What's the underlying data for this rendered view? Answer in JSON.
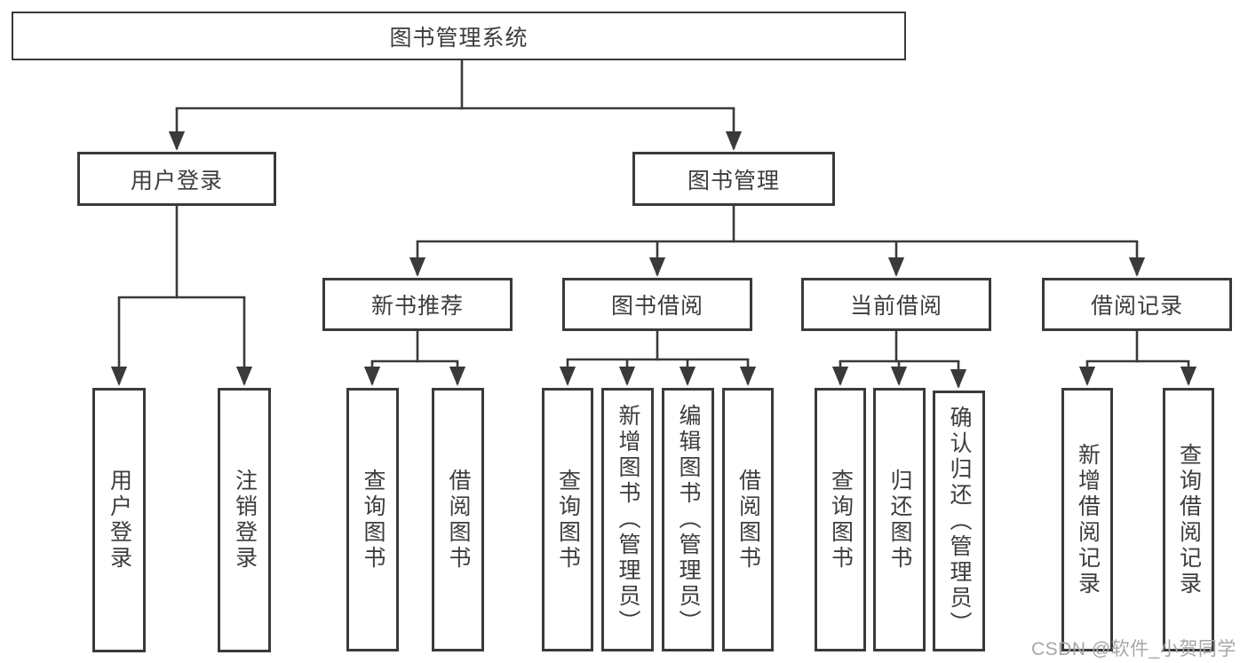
{
  "diagram_type": "hierarchy-tree",
  "tree": {
    "root": "图书管理系统",
    "level2": [
      {
        "label": "用户登录"
      },
      {
        "label": "图书管理"
      }
    ],
    "level3": [
      {
        "label": "新书推荐",
        "parent": "图书管理"
      },
      {
        "label": "图书借阅",
        "parent": "图书管理"
      },
      {
        "label": "当前借阅",
        "parent": "图书管理"
      },
      {
        "label": "借阅记录",
        "parent": "图书管理"
      }
    ],
    "leaves": {
      "user_login": [
        "用户登录",
        "注销登录"
      ],
      "new_book_recommend": [
        "查询图书",
        "借阅图书"
      ],
      "book_borrow": [
        "查询图书",
        "新增图书（管理员）",
        "编辑图书（管理员）",
        "借阅图书"
      ],
      "current_borrow": [
        "查询图书",
        "归还图书",
        "确认归还（管理员）"
      ],
      "borrow_record": [
        "新增借阅记录",
        "查询借阅记录"
      ]
    },
    "edges": [
      "图书管理系统→用户登录",
      "图书管理系统→图书管理",
      "用户登录→用户登录",
      "用户登录→注销登录",
      "图书管理→新书推荐",
      "图书管理→图书借阅",
      "图书管理→当前借阅",
      "图书管理→借阅记录",
      "新书推荐→查询图书",
      "新书推荐→借阅图书",
      "图书借阅→查询图书",
      "图书借阅→新增图书（管理员）",
      "图书借阅→编辑图书（管理员）",
      "图书借阅→借阅图书",
      "当前借阅→查询图书",
      "当前借阅→归还图书",
      "当前借阅→确认归还（管理员）",
      "借阅记录→新增借阅记录",
      "借阅记录→查询借阅记录"
    ]
  },
  "watermark": {
    "text": "CSDN @软件_小贺同学"
  },
  "colors": {
    "line": "#3a3a3a",
    "box_border": "#3a3a3a",
    "text": "#3d3d3d",
    "watermark": "#a6a6a6",
    "background": "#ffffff"
  }
}
